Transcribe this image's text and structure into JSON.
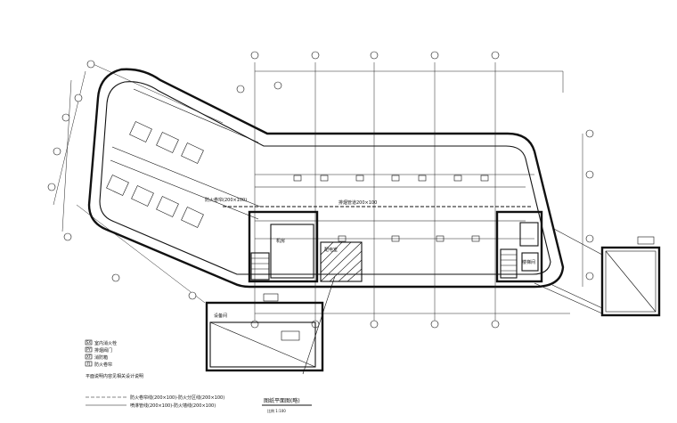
{
  "drawing": {
    "title": "图纸平面图(略)",
    "scale_note": "比例 1:100",
    "legend": {
      "items": [
        {
          "symbol": "SX",
          "text": "室内消火栓"
        },
        {
          "symbol": "PY",
          "text": "排烟阀门"
        },
        {
          "symbol": "XF",
          "text": "消防箱"
        },
        {
          "symbol": "FJ",
          "text": "防火卷帘"
        }
      ],
      "note": "平面说明内容见相关设计说明"
    },
    "line_legend": [
      {
        "text": "防火卷帘线(200×100)-防火分区线(200×100)"
      },
      {
        "text": "喷淋管线(200×100)-防火墙线(200×100)"
      }
    ],
    "labels": {
      "pipe_a": "防火卷帘(200×100)",
      "pipe_b": "排烟管道200×100",
      "room_a": "设备间",
      "room_b": "楼梯间",
      "room_c": "机房",
      "room_d": "配电室"
    }
  }
}
